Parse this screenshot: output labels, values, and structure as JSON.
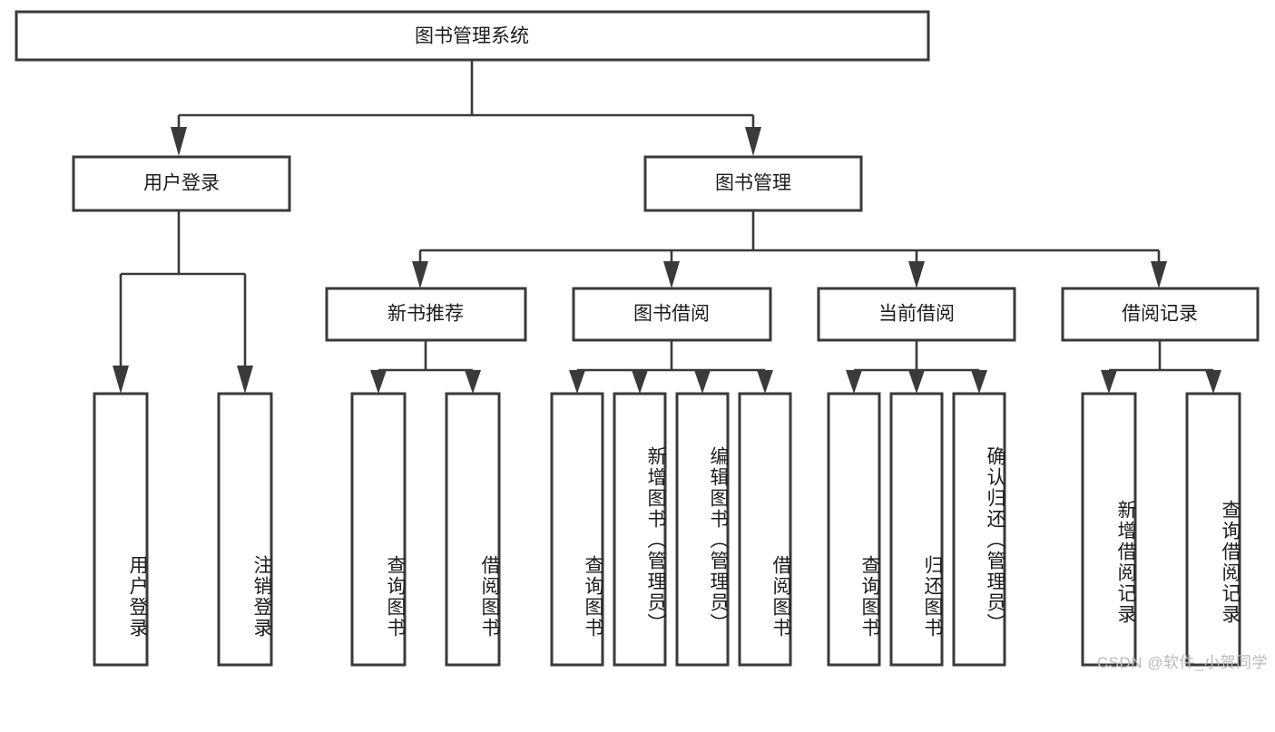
{
  "diagram": {
    "type": "tree-hierarchy",
    "title": "图书管理系统",
    "orientation": "top-down",
    "watermark": "CSDN @软件_小贺同学",
    "colors": {
      "background": "#ffffff",
      "box_stroke": "#3a3a3a",
      "box_fill": "#ffffff",
      "connector": "#3a3a3a",
      "text": "#1c1c1c",
      "watermark": "#b9b9b9"
    },
    "levels": {
      "root": {
        "label": "图书管理系统"
      },
      "level1": [
        {
          "label": "用户登录"
        },
        {
          "label": "图书管理"
        }
      ],
      "level2": [
        {
          "label": "新书推荐"
        },
        {
          "label": "图书借阅"
        },
        {
          "label": "当前借阅"
        },
        {
          "label": "借阅记录"
        }
      ]
    },
    "nodes": {
      "root": {
        "label": "图书管理系统"
      },
      "user_login": {
        "label": "用户登录"
      },
      "book_manage": {
        "label": "图书管理"
      },
      "new_book_rec": {
        "label": "新书推荐"
      },
      "book_borrow": {
        "label": "图书借阅"
      },
      "current_borrow": {
        "label": "当前借阅"
      },
      "borrow_record": {
        "label": "借阅记录"
      }
    },
    "leaves": {
      "user_login": [
        {
          "label": "用户登录"
        },
        {
          "label": "注销登录"
        }
      ],
      "new_book_rec": [
        {
          "label": "查询图书"
        },
        {
          "label": "借阅图书"
        }
      ],
      "book_borrow": [
        {
          "label": "查询图书"
        },
        {
          "label": "新增图书（管理员）"
        },
        {
          "label": "编辑图书（管理员）"
        },
        {
          "label": "借阅图书"
        }
      ],
      "current_borrow": [
        {
          "label": "查询图书"
        },
        {
          "label": "归还图书"
        },
        {
          "label": "确认归还（管理员）"
        }
      ],
      "borrow_record": [
        {
          "label": "新增借阅记录"
        },
        {
          "label": "查询借阅记录"
        }
      ]
    }
  }
}
